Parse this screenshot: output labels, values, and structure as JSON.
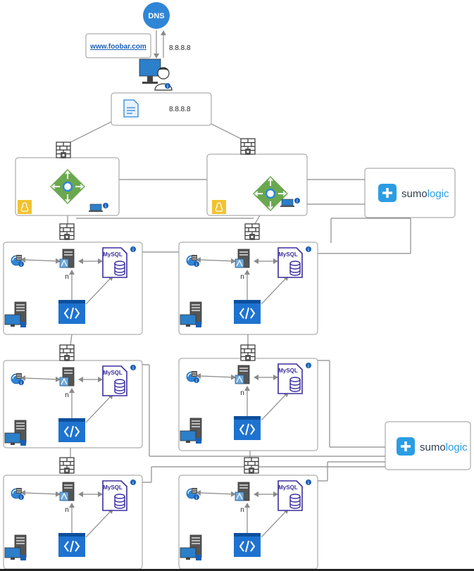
{
  "dns": {
    "label": "DNS"
  },
  "website": {
    "label": "www.foobar.com"
  },
  "ip_labels": {
    "top": "8.8.8.8",
    "middle": "8.8.8.8"
  },
  "sumologic": {
    "label_prefix": "sumo",
    "label_suffix": "logic"
  },
  "cluster": {
    "mysql_label": "MySQL",
    "replica_label": "n"
  },
  "colors": {
    "line": "#8a8a8a",
    "box_border": "#9a9a9a",
    "dns_blue": "#2f86d6",
    "lb_green": "#6aa84f",
    "linux_yellow": "#f2c230",
    "code_blue": "#1e73d0",
    "mysql_purple": "#3b2e9e",
    "sumo_blue": "#2b9de4"
  }
}
